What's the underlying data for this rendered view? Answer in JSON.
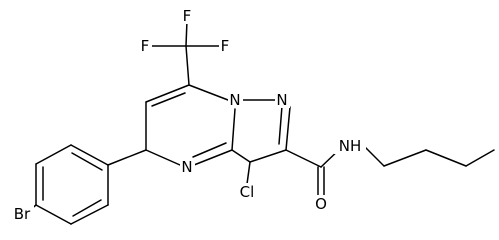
{
  "structure": {
    "atoms": {
      "F1": "F",
      "F2": "F",
      "F3": "F",
      "N1": "N",
      "N2": "N",
      "N3": "N",
      "N4": "N",
      "H4": "H",
      "O": "O",
      "Cl": "Cl",
      "Br": "Br"
    }
  },
  "colors": {
    "bond": "#000000",
    "label": "#000000",
    "background": "#ffffff"
  }
}
